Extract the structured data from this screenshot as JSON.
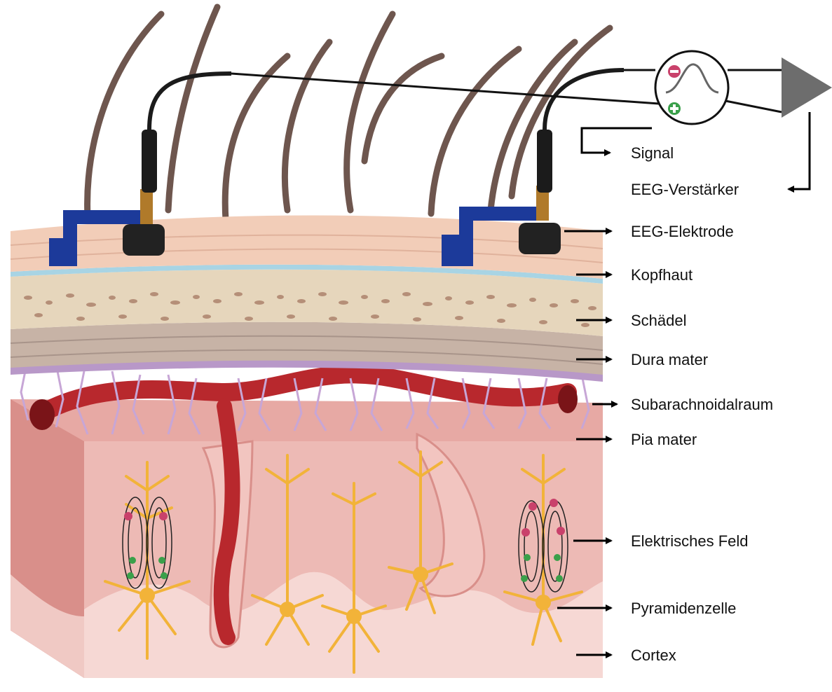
{
  "labels": {
    "signal": "Signal",
    "amplifier": "EEG-Verstärker",
    "electrode": "EEG-Elektrode",
    "scalp": "Kopfhaut",
    "skull": "Schädel",
    "dura": "Dura mater",
    "subarachnoid": "Subarachnoidalraum",
    "pia": "Pia mater",
    "field": "Elektrisches Feld",
    "pyramidal": "Pyramidenzelle",
    "cortex": "Cortex"
  },
  "colors": {
    "scalp": "#f2cdb8",
    "skull": "#e6d6bc",
    "skull_granules": "#b58f78",
    "dura": "#c7b3a6",
    "arachnoid": "#c7a6d6",
    "vessel": "#b8282d",
    "cortex": "#e7a9a4",
    "cortex_inner": "#f3d0cc",
    "neuron": "#f2b339",
    "hair": "#6e564e",
    "clamp": "#1c3a9a",
    "amplifier": "#6d6d6d",
    "charge_negative": "#c9416b",
    "charge_positive": "#3aa04a"
  }
}
